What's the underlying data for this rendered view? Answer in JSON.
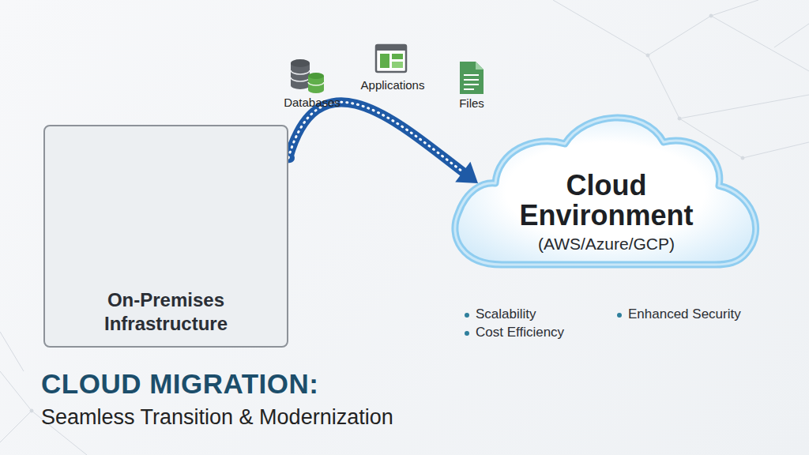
{
  "diagram": {
    "title": "CLOUD MIGRATION:",
    "caption": "Seamless Transition & Modernization",
    "nodes": [
      {
        "text": [
          "On-Premises Infrastructure"
        ]
      },
      {
        "text": [
          "Cloud Environment",
          "(AWS/Azure/GCP)"
        ]
      }
    ],
    "edges": [
      {
        "from": 0,
        "to": 1,
        "arrow": "to"
      }
    ],
    "labels": [
      "Databases",
      "Applications",
      "Files",
      "Scalability",
      "Cost Efficiency",
      "Enhanced Security"
    ]
  }
}
